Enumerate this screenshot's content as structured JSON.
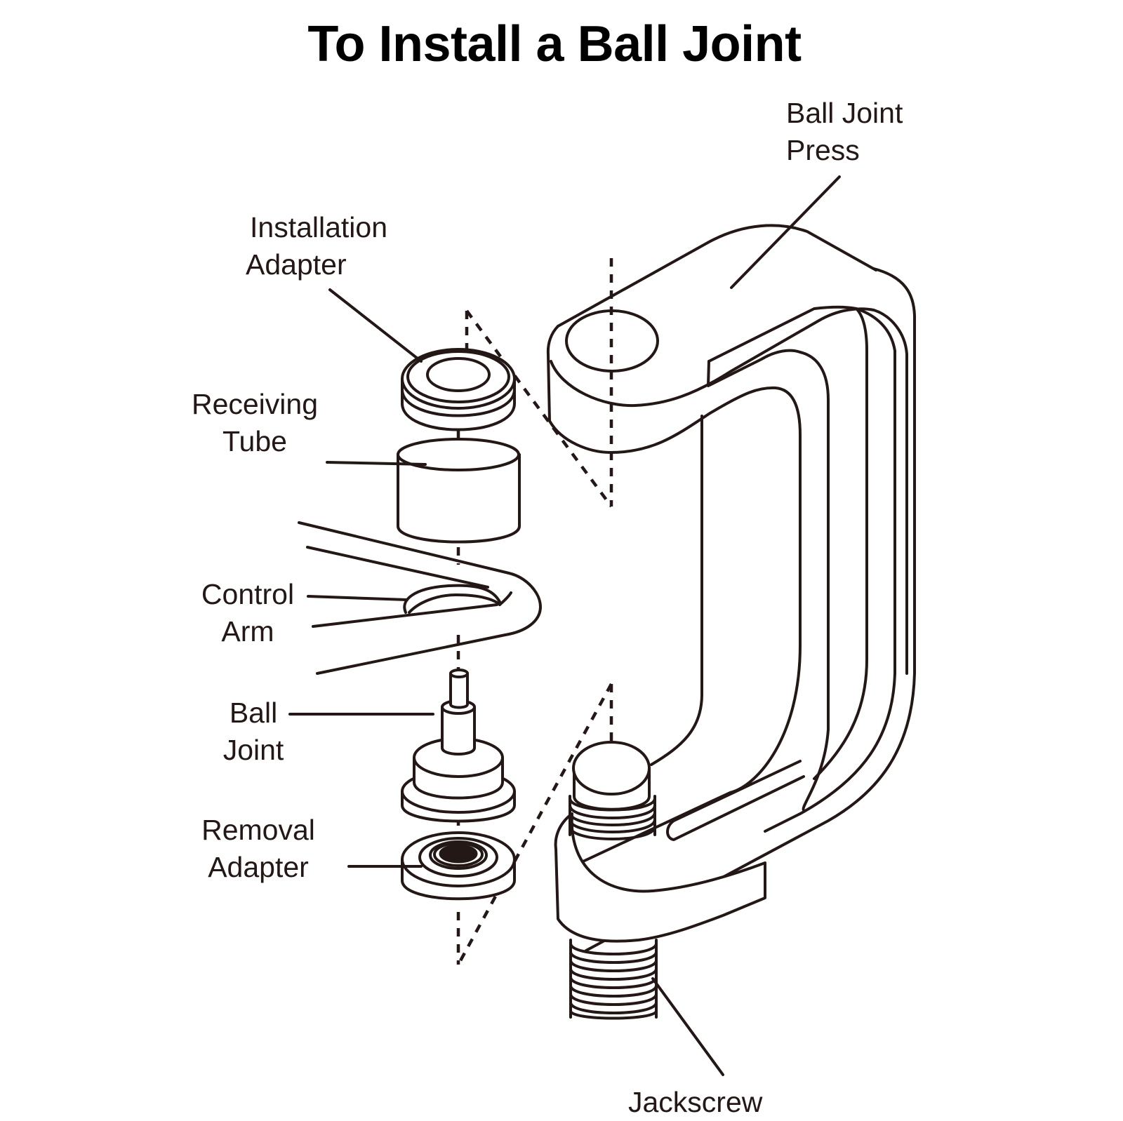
{
  "title": "To Install a Ball Joint",
  "labels": {
    "ball_joint_press": [
      "Ball Joint",
      "Press"
    ],
    "installation_adapter": [
      "Installation",
      "Adapter"
    ],
    "receiving_tube": [
      "Receiving",
      "Tube"
    ],
    "control_arm": [
      "Control",
      "Arm"
    ],
    "ball_joint": [
      "Ball",
      "Joint"
    ],
    "removal_adapter": [
      "Removal",
      "Adapter"
    ],
    "jackscrew": [
      "Jackscrew"
    ]
  },
  "colors": {
    "line": "#231815",
    "title": "#000000",
    "background": "#ffffff"
  }
}
